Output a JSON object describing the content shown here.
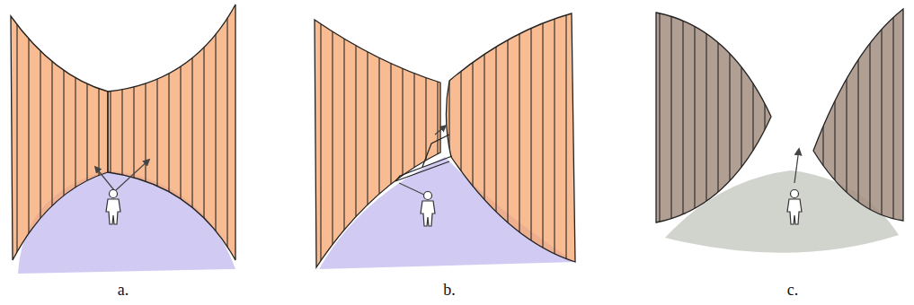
{
  "diagram": {
    "labels": [
      "a.",
      "b.",
      "c."
    ]
  }
}
